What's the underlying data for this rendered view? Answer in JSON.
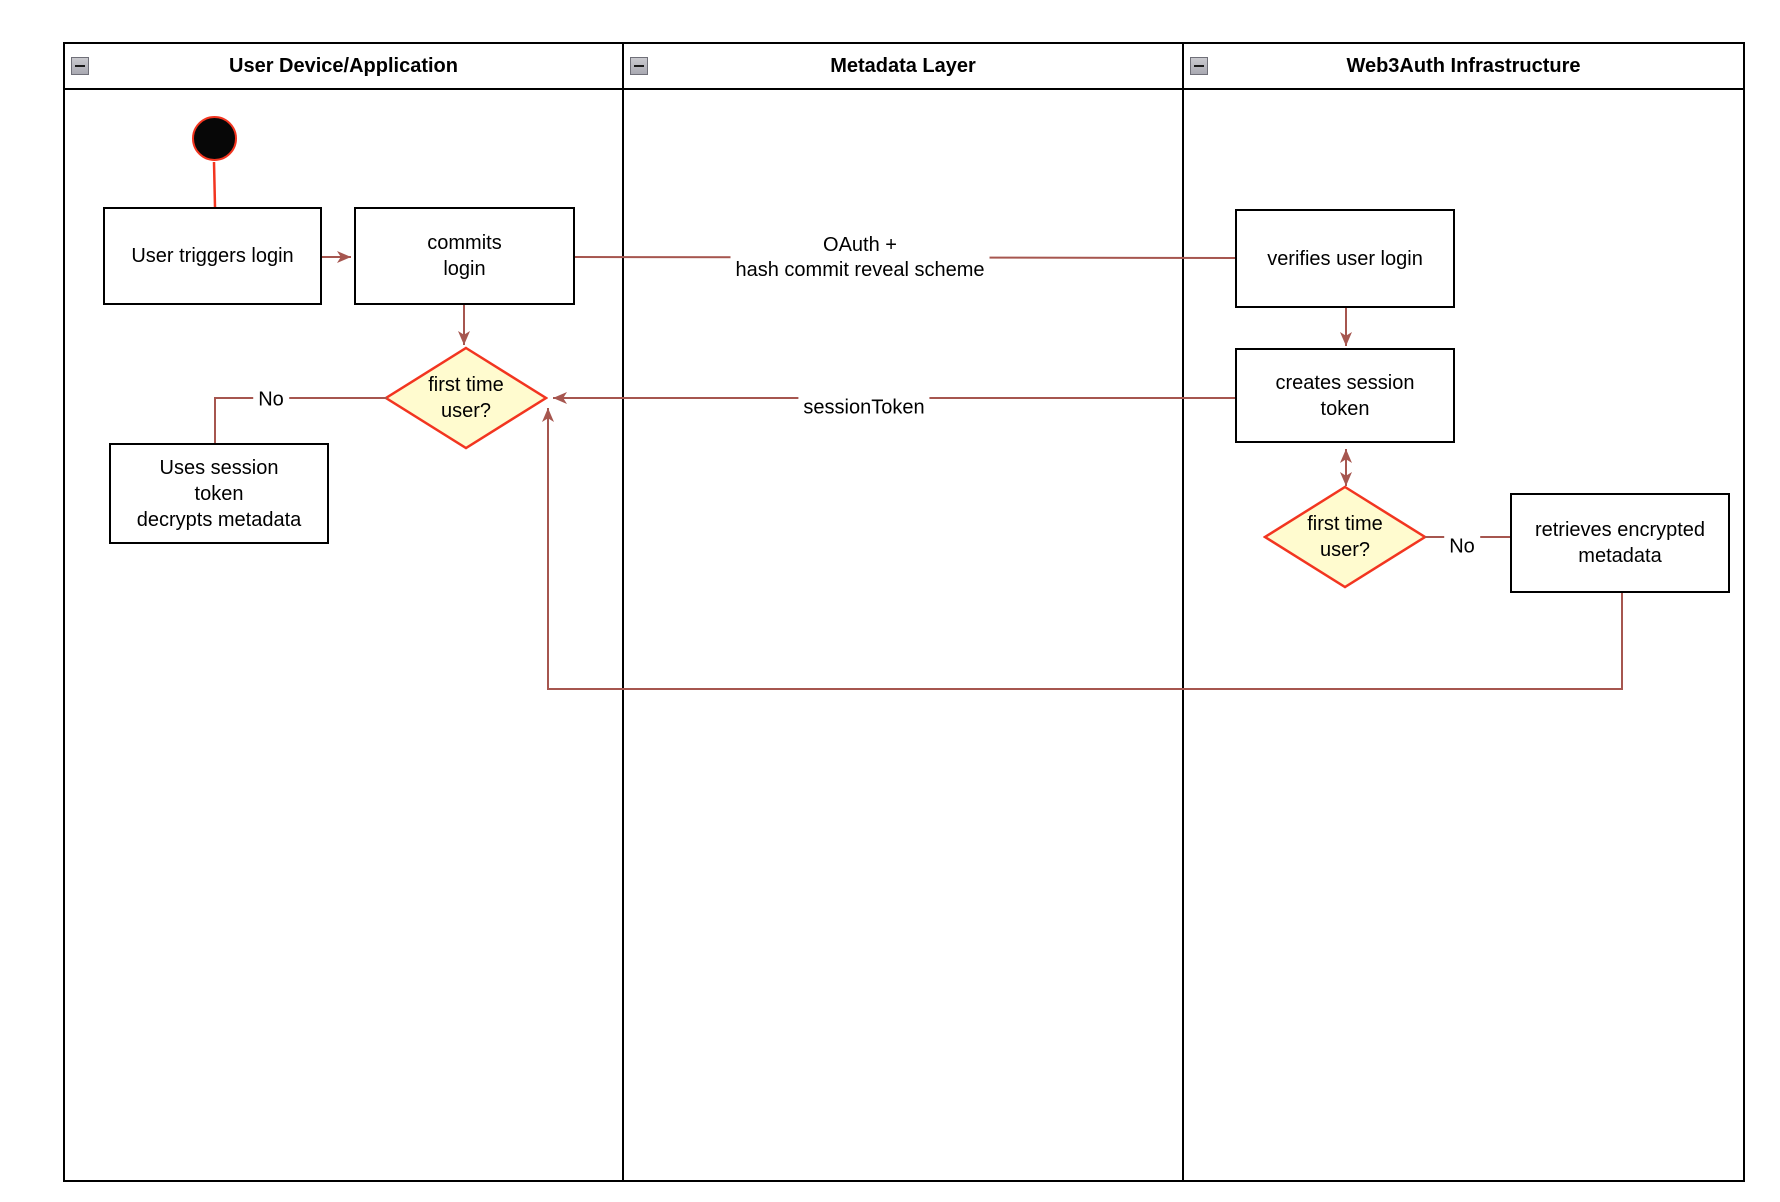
{
  "lanes": [
    {
      "title": "User Device/Application",
      "collapse_glyph": ""
    },
    {
      "title": "Metadata Layer",
      "collapse_glyph": ""
    },
    {
      "title": "Web3Auth Infrastructure",
      "collapse_glyph": ""
    }
  ],
  "nodes": {
    "start": {
      "type": "initial-state"
    },
    "user_triggers_login": {
      "label": "User triggers login"
    },
    "commits_login": {
      "label": "commits\nlogin"
    },
    "first_time_user_device": {
      "label": "first time\nuser?"
    },
    "uses_session_token": {
      "label": "Uses session\ntoken\ndecrypts metadata"
    },
    "verifies_user_login": {
      "label": "verifies user login"
    },
    "creates_session_token": {
      "label": "creates session\ntoken"
    },
    "first_time_user_infra": {
      "label": "first time\nuser?"
    },
    "retrieves_encrypted_metadata": {
      "label": "retrieves encrypted\nmetadata"
    }
  },
  "edge_labels": {
    "oauth": "OAuth +\nhash commit reveal scheme",
    "session_token": "sessionToken",
    "no_device": "No",
    "no_infra": "No"
  },
  "colors": {
    "connector": "#A6564F",
    "start_line": "#F23520",
    "decision_border": "#F23520",
    "decision_fill": "#FFFBCF",
    "shape_border": "#000000",
    "lane_border": "#000000",
    "background": "#FFFFFF"
  }
}
